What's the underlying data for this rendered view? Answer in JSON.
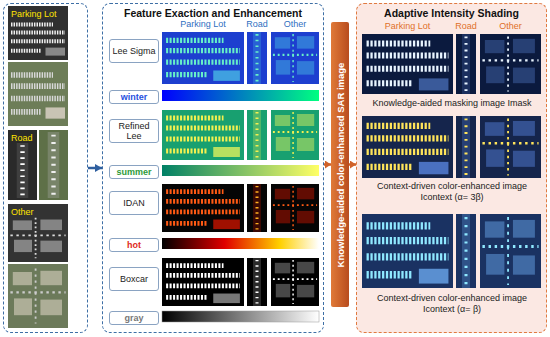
{
  "diagram": {
    "nodes": [
      {
        "text": [
          "Parking Lot",
          "Road",
          "Other"
        ]
      },
      {
        "text": [
          "Feature Exaction and Enhancement"
        ]
      },
      {
        "text": [
          "Lee Sigma"
        ],
        "in": 1
      },
      {
        "text": [
          "winter"
        ],
        "in": 1
      },
      {
        "text": [
          "Refined Lee"
        ],
        "in": 1
      },
      {
        "text": [
          "summer"
        ],
        "in": 1
      },
      {
        "text": [
          "IDAN"
        ],
        "in": 1
      },
      {
        "text": [
          "hot"
        ],
        "in": 1
      },
      {
        "text": [
          "Boxcar"
        ],
        "in": 1
      },
      {
        "text": [
          "gray"
        ],
        "in": 1
      },
      {
        "text": [
          "Knowledge-aided color-enhanced SAR image"
        ]
      },
      {
        "text": [
          "Adaptive Intensity Shading"
        ]
      }
    ],
    "edges": [
      {
        "from": 0,
        "to": 1,
        "arrow": "to"
      },
      {
        "from": 1,
        "to": 10,
        "arrow": "to"
      },
      {
        "from": 10,
        "to": 11,
        "arrow": "to"
      }
    ],
    "labels": [
      "Parking Lot",
      "Road",
      "Other",
      "Parking Lot",
      "Road",
      "Other",
      "Knowledge-aided masking image Imask",
      "Context-driven color-enhanced image Icontext (α= 3β)",
      "Context-driven color-enhanced image Icontext (α= β)"
    ]
  }
}
